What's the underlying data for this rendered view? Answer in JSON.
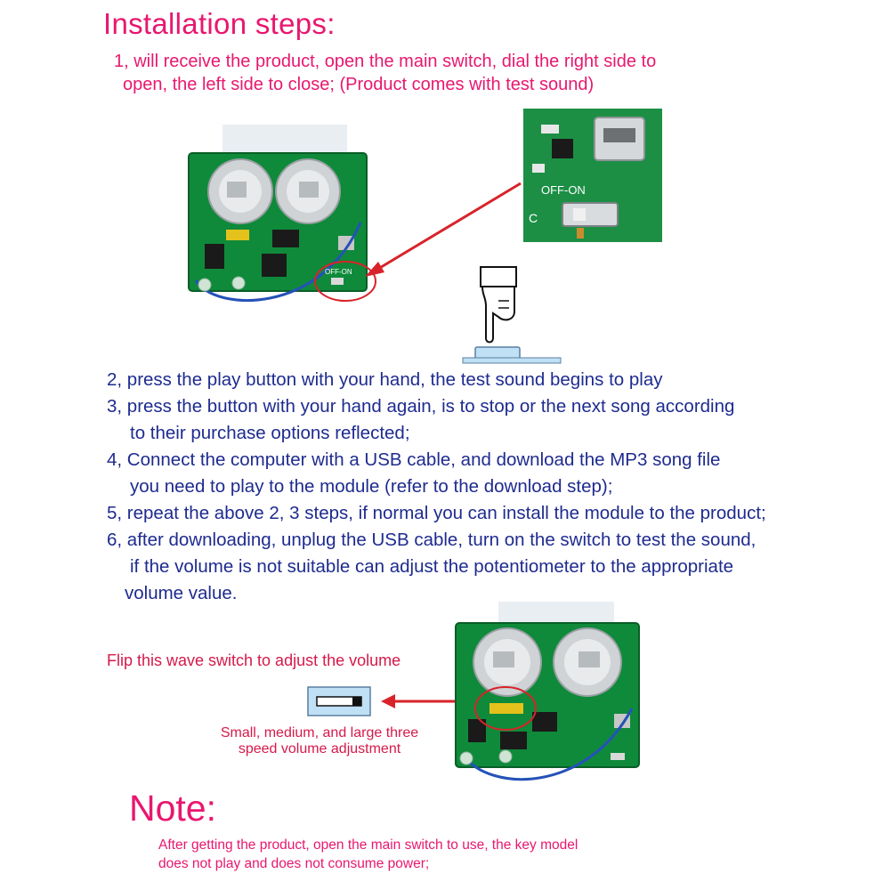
{
  "heading": "Installation steps:",
  "step1": {
    "line1": "1, will receive the product, open the main switch, dial the right side to",
    "line2": "open, the left side to close; (Product comes with test sound)"
  },
  "steps": [
    {
      "line1": "2, press the play button with your hand, the test sound begins to play"
    },
    {
      "line1": "3, press the button with your hand again, is to stop or the next song according",
      "line2": "to their purchase options reflected;"
    },
    {
      "line1": "4, Connect the computer with a USB cable, and download the MP3 song file",
      "line2": "you need to play to the module (refer to the download step);"
    },
    {
      "line1": "5, repeat the above 2, 3 steps, if normal you can install the module to the product;"
    },
    {
      "line1": "6, after downloading, unplug the USB cable, turn on the switch to test the sound,",
      "line2": "if the volume is not suitable can adjust the potentiometer to the appropriate",
      "line3": "volume value."
    }
  ],
  "volume": {
    "flip_label": "Flip this wave switch to adjust the volume",
    "speed_line1": "Small, medium, and large three",
    "speed_line2": "speed volume adjustment"
  },
  "photo_labels": {
    "switch_marking": "OFF-ON",
    "closeup_switch_marking": "OFF-ON",
    "closeup_letter": "C"
  },
  "note": {
    "title": "Note:",
    "line1": "After getting the product, open the main switch to use, the key model",
    "line2": "does not play and does not consume power;"
  },
  "colors": {
    "title": "#e8176f",
    "body_text": "#1e2b8f",
    "annotation": "#d6194a",
    "pcb": "#0f8a3a",
    "arrow": "#d8232a"
  }
}
